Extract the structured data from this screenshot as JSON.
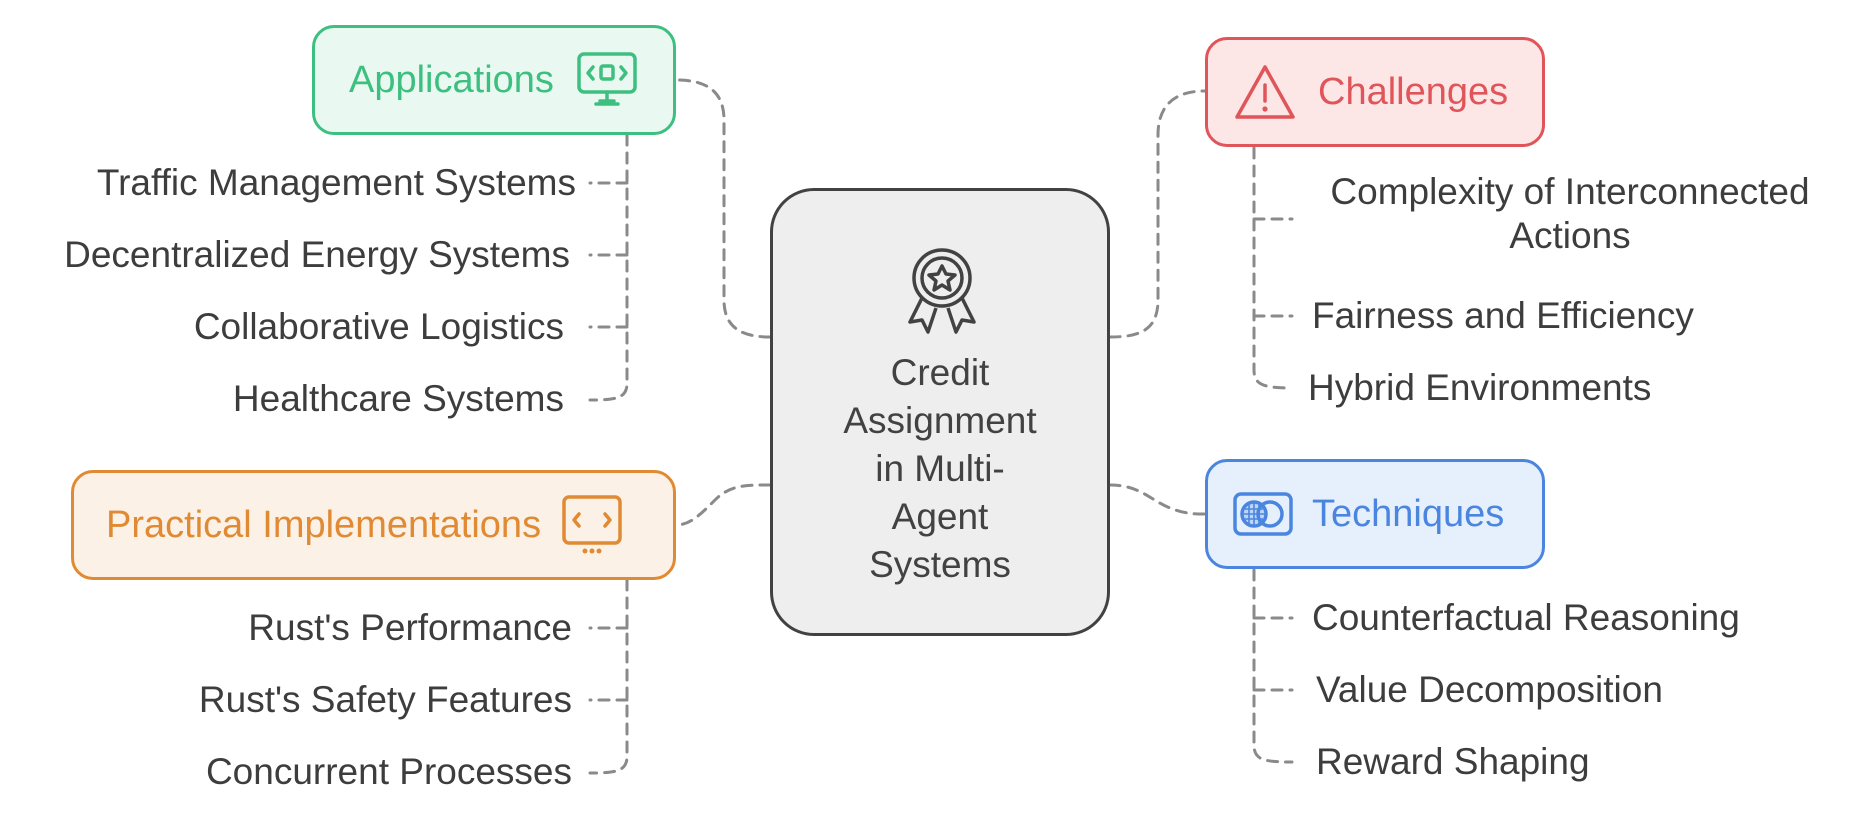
{
  "center": {
    "title": "Credit Assignment in Multi-Agent Systems",
    "lines": [
      "Credit",
      "Assignment",
      "in Multi-",
      "Agent",
      "Systems"
    ],
    "icon": "award-ribbon-star-icon"
  },
  "categories": {
    "applications": {
      "label": "Applications",
      "icon": "monitor-code-icon",
      "color": "#3dbf80",
      "fill": "#e9f9f1",
      "items": [
        "Traffic Management Systems",
        "Decentralized Energy Systems",
        "Collaborative Logistics",
        "Healthcare Systems"
      ]
    },
    "practical": {
      "label": "Practical Implementations",
      "icon": "code-window-icon",
      "color": "#e08a34",
      "fill": "#fcf1e6",
      "items": [
        "Rust's Performance",
        "Rust's Safety Features",
        "Concurrent Processes"
      ]
    },
    "challenges": {
      "label": "Challenges",
      "icon": "warning-triangle-icon",
      "color": "#e0555a",
      "fill": "#fde6e6",
      "items": [
        "Complexity of Interconnected Actions",
        "Fairness and Efficiency",
        "Hybrid Environments"
      ],
      "item0_lines": [
        "Complexity of Interconnected",
        "Actions"
      ]
    },
    "techniques": {
      "label": "Techniques",
      "icon": "toggle-switch-icon",
      "color": "#4a86e0",
      "fill": "#e6effc",
      "items": [
        "Counterfactual Reasoning",
        "Value Decomposition",
        "Reward Shaping"
      ]
    }
  },
  "colors": {
    "connector": "#8a8a8a",
    "center_border": "#424242",
    "center_fill": "#eeeeee",
    "text": "#3d3d3d"
  }
}
